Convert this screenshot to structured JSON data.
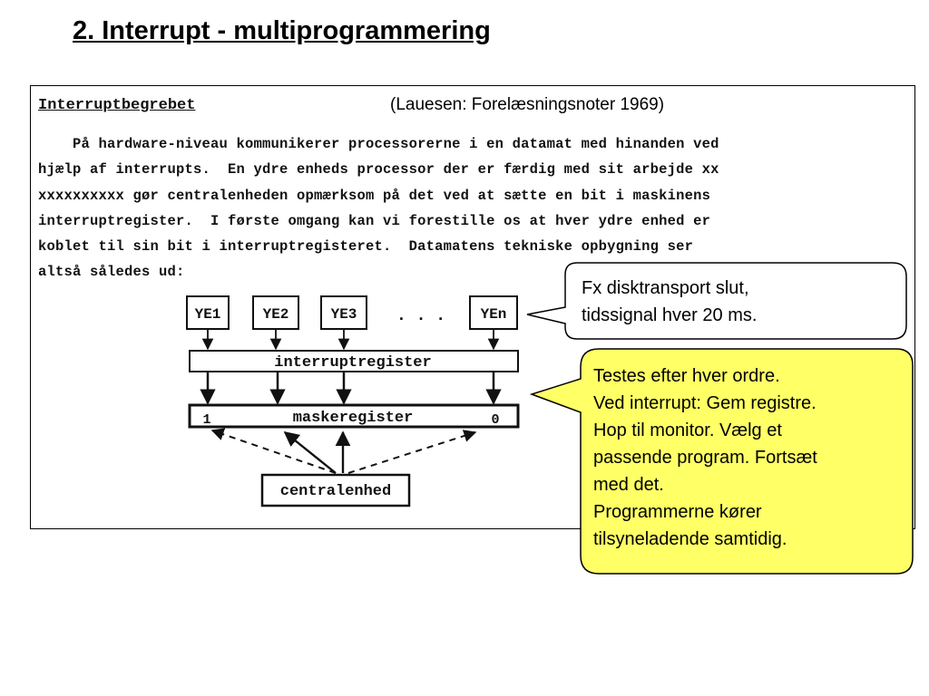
{
  "slide": {
    "title": "2. Interrupt - multiprogrammering"
  },
  "scan": {
    "heading": "Interruptbegrebet",
    "citation": "(Lauesen: Forelæsningsnoter 1969)",
    "lines": [
      "    På hardware-niveau kommunikerer processorerne i en datamat med hinanden ved",
      "hjælp af interrupts.  En ydre enheds processor der er færdig med sit arbejde xx",
      "xxxxxxxxxx gør centralenheden opmærksom på det ved at sætte en bit i maskinens",
      "interruptregister.  I første omgang kan vi forestille os at hver ydre enhed er",
      "koblet til sin bit i interruptregisteret.  Datamatens tekniske opbygning ser",
      "altså således ud:"
    ]
  },
  "diagram": {
    "units": [
      "YE1",
      "YE2",
      "YE3",
      "YEn"
    ],
    "ellipsis": ". . .",
    "interrupt_register": "interruptregister",
    "mask_register": "maskeregister",
    "mask_bit_left": "1",
    "mask_bit_right": "0",
    "cpu": "centralenhed"
  },
  "callouts": {
    "note1": [
      "Fx disktransport slut,",
      "tidssignal hver 20 ms."
    ],
    "note2": [
      "Testes efter hver ordre.",
      "Ved interrupt: Gem registre.",
      "Hop til monitor. Vælg et",
      "passende program. Fortsæt",
      "med det.",
      "Programmerne kører",
      "tilsyneladende samtidig."
    ],
    "note1_fill": "#ffffff",
    "note2_fill": "#ffff66"
  }
}
